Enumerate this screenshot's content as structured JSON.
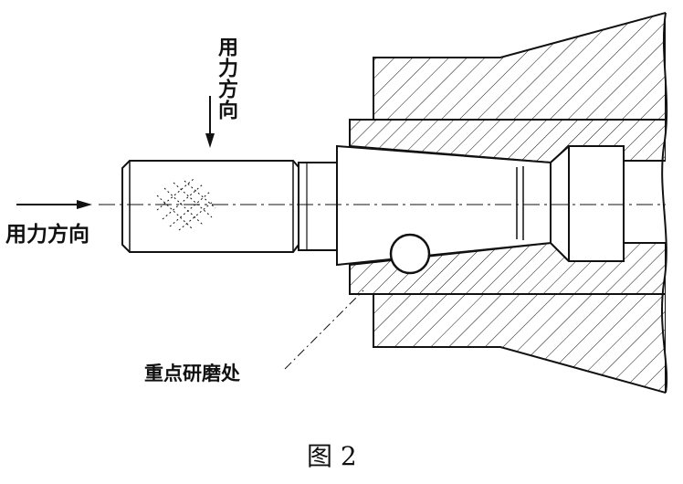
{
  "figure": {
    "caption": "图 2",
    "labels": {
      "force_direction_vertical": "用力方向",
      "force_direction_horizontal": "用力方向",
      "key_lapping_area": "重点研磨处"
    }
  },
  "colors": {
    "ink": "#111111",
    "background": "#ffffff"
  },
  "parts": [
    "housing",
    "collet-sleeve",
    "taper-bore",
    "lapping-rod",
    "steel-ball"
  ],
  "icons": [
    "arrow-down-icon",
    "arrow-right-icon",
    "crosshatch-grip-icon"
  ]
}
